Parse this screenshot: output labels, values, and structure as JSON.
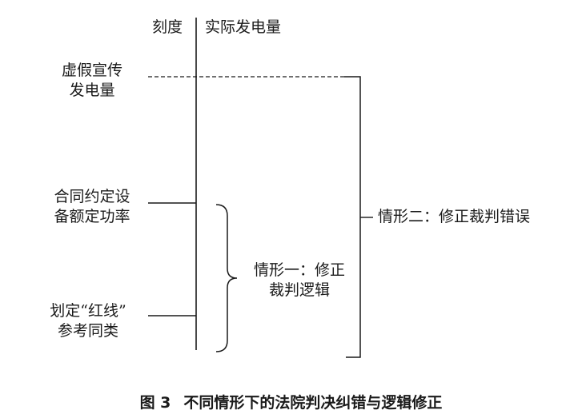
{
  "header": {
    "scale_label": "刻度",
    "actual_label": "实际发电量"
  },
  "left_labels": {
    "false_advertised_line1": "虚假宣传",
    "false_advertised_line2": "发电量",
    "contract_line1": "合同约定设",
    "contract_line2": "备额定功率",
    "redline_line1": "划定“红线”",
    "redline_line2": "参考同类"
  },
  "scenarios": {
    "one_line1": "情形一：修正",
    "one_line2": "裁判逻辑",
    "two": "情形二：修正裁判错误"
  },
  "caption": {
    "figure_no": "图 3",
    "title": "不同情形下的法院判决纠错与逻辑修正"
  }
}
